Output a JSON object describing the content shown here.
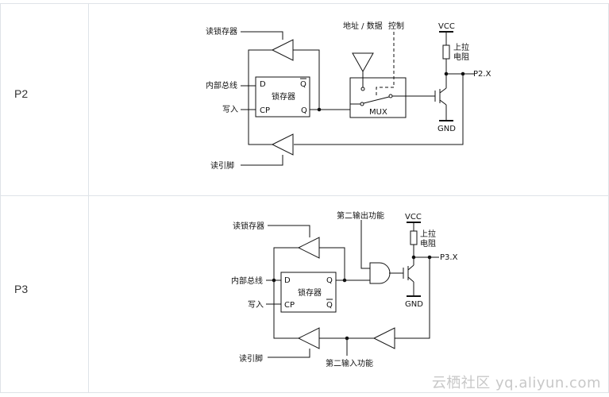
{
  "rows": [
    {
      "label": "P2"
    },
    {
      "label": "P3"
    }
  ],
  "p2": {
    "read_latch": "读锁存器",
    "internal_bus": "内部总线",
    "write": "写入",
    "read_pin": "读引脚",
    "latch": "锁存器",
    "d": "D",
    "q_bar": "Q",
    "cp": "CP",
    "q": "Q",
    "addr_data": "地址 / 数据",
    "control": "控制",
    "mux": "MUX",
    "vcc": "VCC",
    "pullup_1": "上拉",
    "pullup_2": "电阻",
    "pin": "P2.X",
    "gnd": "GND"
  },
  "p3": {
    "read_latch": "读锁存器",
    "internal_bus": "内部总线",
    "write": "写入",
    "read_pin": "读引脚",
    "latch": "锁存器",
    "d": "D",
    "q": "Q",
    "cp": "CP",
    "q_bar": "Q",
    "second_out": "第二输出功能",
    "second_in": "第二输入功能",
    "vcc": "VCC",
    "pullup_1": "上拉",
    "pullup_2": "电阻",
    "pin": "P3.X",
    "gnd": "GND"
  },
  "watermark": "云栖社区 yq.aliyun.com"
}
